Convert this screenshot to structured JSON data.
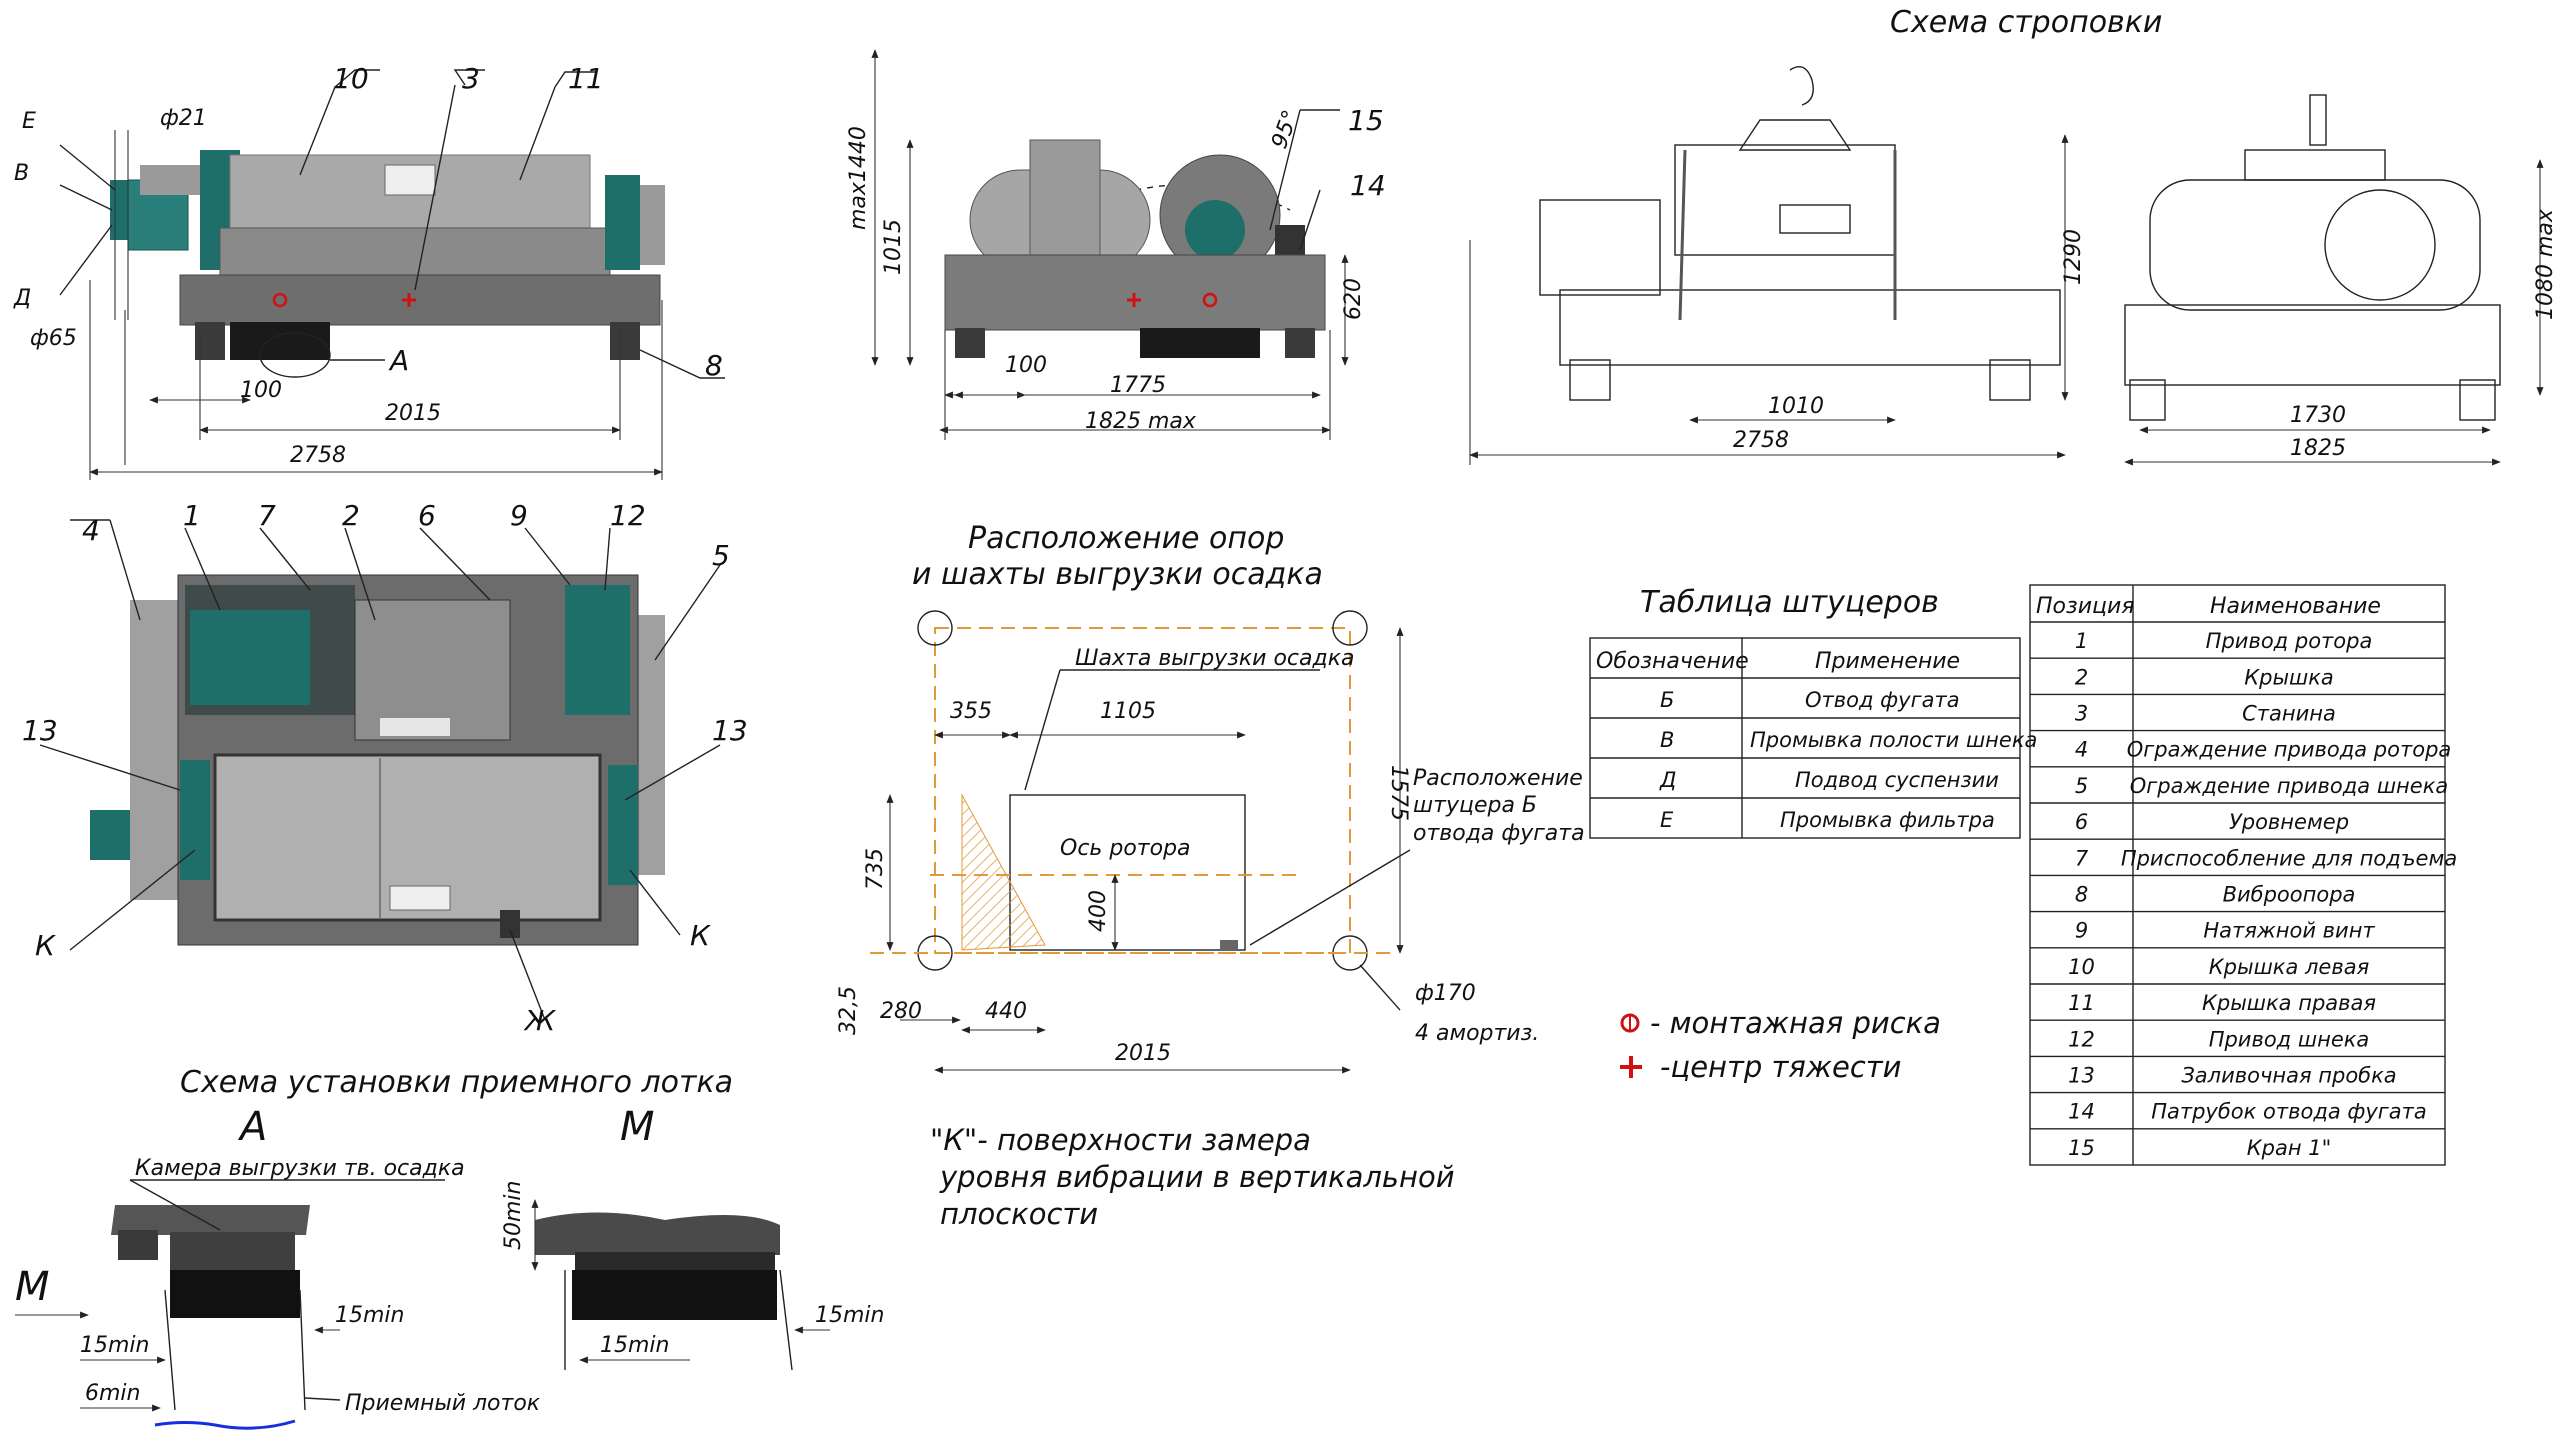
{
  "titles": {
    "slinging": "Схема строповки",
    "supports_line1": "Расположение опор",
    "supports_line2": "и шахты выгрузки осадка",
    "fittings_table": "Таблица штуцеров",
    "tray": "Схема установки приемного лотка"
  },
  "front_view": {
    "callouts": [
      "10",
      "3",
      "11",
      "8"
    ],
    "letters": [
      "Е",
      "В",
      "Д",
      "А"
    ],
    "dims": {
      "d21": "ф21",
      "d65": "ф65",
      "d100": "100",
      "d2015": "2015",
      "d2758": "2758"
    }
  },
  "top_view": {
    "callouts": [
      "4",
      "1",
      "7",
      "2",
      "6",
      "9",
      "12",
      "5",
      "13",
      "13"
    ],
    "letters": [
      "К",
      "К",
      "Ж"
    ]
  },
  "side_view": {
    "callouts": [
      "15",
      "14"
    ],
    "dims": {
      "max1440": "max1440",
      "d1015": "1015",
      "d620": "620",
      "d100": "100",
      "d1775": "1775",
      "d1825": "1825 max",
      "angle": "95°"
    }
  },
  "sling_front": {
    "dims": {
      "d1290": "1290",
      "d1010": "1010",
      "d2758": "2758"
    }
  },
  "sling_side": {
    "dims": {
      "d1080": "1080 max",
      "d1730": "1730",
      "d1825": "1825"
    }
  },
  "supports": {
    "shaft_label": "Шахта выгрузки осадка",
    "rotor_axis": "Ось ротора",
    "fitting_label": [
      "Расположение",
      "штуцера Б",
      "отвода фугата"
    ],
    "dims": {
      "d355": "355",
      "d1105": "1105",
      "d1575": "1575",
      "d735": "735",
      "d400": "400",
      "d32": "32,5",
      "d280": "280",
      "d440": "440",
      "d2015": "2015",
      "d170": "ф170",
      "amort": "4 амортиз."
    }
  },
  "note_k": [
    "\"К\"- поверхности замера",
    "уровня вибрации в вертикальной",
    "плоскости"
  ],
  "legend": {
    "mount_mark": "- монтажная риска",
    "gravity_center": "-центр тяжести"
  },
  "fittings": {
    "headers": [
      "Обозначение",
      "Применение"
    ],
    "rows": [
      [
        "Б",
        "Отвод фугата"
      ],
      [
        "В",
        "Промывка полости шнека"
      ],
      [
        "Д",
        "Подвод суспензии"
      ],
      [
        "Е",
        "Промывка фильтра"
      ]
    ]
  },
  "positions": {
    "headers": [
      "Позиция",
      "Наименование"
    ],
    "rows": [
      [
        "1",
        "Привод ротора"
      ],
      [
        "2",
        "Крышка"
      ],
      [
        "3",
        "Станина"
      ],
      [
        "4",
        "Ограждение привода ротора"
      ],
      [
        "5",
        "Ограждение привода шнека"
      ],
      [
        "6",
        "Уровнемер"
      ],
      [
        "7",
        "Приспособление для подъема"
      ],
      [
        "8",
        "Виброопора"
      ],
      [
        "9",
        "Натяжной винт"
      ],
      [
        "10",
        "Крышка левая"
      ],
      [
        "11",
        "Крышка правая"
      ],
      [
        "12",
        "Привод шнека"
      ],
      [
        "13",
        "Заливочная пробка"
      ],
      [
        "14",
        "Патрубок отвода фугата"
      ],
      [
        "15",
        "Кран 1\""
      ]
    ]
  },
  "tray": {
    "view_a": "А",
    "view_m": "М",
    "arrow_m": "М",
    "chamber": "Камера выгрузки тв. осадка",
    "tray_label": "Приемный лоток",
    "dims": {
      "m15a": "15min",
      "m15b": "15min",
      "m6": "6min",
      "m50": "50min",
      "m15c": "15min",
      "m15d": "15min"
    }
  },
  "colors": {
    "machine_teal": "#1e6e6a",
    "body_gray": "#8a8a8a",
    "cover_gray": "#b8b8b8",
    "dark": "#3a3a3a",
    "axis_orange": "#e09a3a",
    "mark_red": "#d11111",
    "tray_blue": "#1a2ee0"
  }
}
